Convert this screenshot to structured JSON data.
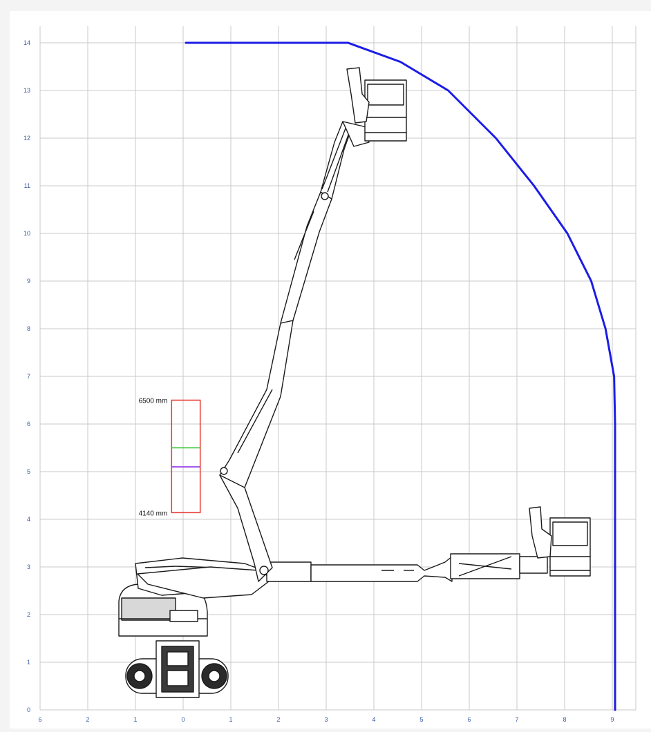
{
  "x_axis": {
    "tick_labels": [
      "6",
      "2",
      "1",
      "0",
      "1",
      "2",
      "3",
      "4",
      "5",
      "6",
      "7",
      "8",
      "9"
    ]
  },
  "y_axis": {
    "tick_labels": [
      "0",
      "1",
      "2",
      "3",
      "4",
      "5",
      "6",
      "7",
      "8",
      "9",
      "10",
      "11",
      "12",
      "13",
      "14"
    ]
  },
  "outreach_envelope": {
    "color": "#1c1ce6",
    "top_start": [
      0,
      14
    ],
    "top_end": [
      3.4,
      14
    ],
    "arc_points": [
      [
        3.4,
        14
      ],
      [
        4.5,
        13.6
      ],
      [
        5.5,
        13
      ],
      [
        6.5,
        12
      ],
      [
        7.3,
        11
      ],
      [
        8,
        10
      ],
      [
        8.5,
        9
      ],
      [
        8.8,
        8
      ],
      [
        8.98,
        7
      ],
      [
        9,
        6
      ]
    ],
    "vertical_bottom": [
      9,
      0
    ]
  },
  "working_zone": {
    "frame_color": "#e8403a",
    "top_label": "6500 mm",
    "bottom_label": "4140 mm",
    "top_value_m": 6.5,
    "bottom_value_m": 4.14,
    "x_range": [
      -0.3,
      0.3
    ],
    "green_line_m": 5.5,
    "green_color": "#2ec32e",
    "purple_line_m": 5.1,
    "purple_color": "#8a2be2"
  }
}
